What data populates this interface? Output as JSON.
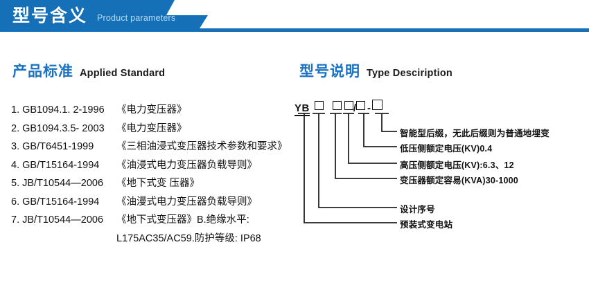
{
  "banner": {
    "title": "型号含义",
    "subtitle": "Product parameters",
    "bg_color": "#1570b8",
    "title_color": "#ffffff",
    "subtitle_color": "#b9dcf2"
  },
  "applied_standard": {
    "heading_cn": "产品标准",
    "heading_en": "Applied Standard",
    "heading_color": "#1873c4",
    "items": [
      {
        "code": "1. GB1094.1. 2-1996",
        "name": "《电力变压器》"
      },
      {
        "code": "2. GB1094.3.5- 2003",
        "name": "《电力变压器》"
      },
      {
        "code": "3. GB/T6451-1999",
        "name": "《三相油浸式变压器技术参数和要求》"
      },
      {
        "code": "4. GB/T15164-1994",
        "name": "《油浸式电力变压器负载导则》"
      },
      {
        "code": "5. JB/T10544—2006",
        "name": "《地下式变 压器》"
      },
      {
        "code": "6. GB/T15164-1994",
        "name": "《油漫式电力变压器负载导则》"
      },
      {
        "code": "7. JB/T10544—2006",
        "name": "《地下式变压器》B.绝缘水平:"
      }
    ],
    "continuation": "L175AC35/AC59.防护等级: IP68"
  },
  "type_description": {
    "heading_cn": "型号说明",
    "heading_en": "Type Desciription",
    "heading_color": "#1873c4",
    "code": {
      "prefix": "YB",
      "box1": "□",
      "box2": "□",
      "box3": "□",
      "slash": "/",
      "box4": "□",
      "dash": "-",
      "box5": "□"
    },
    "labels": [
      {
        "text": "智能型后缀，无此后缀则为普通地埋变"
      },
      {
        "text": "低压侧额定电压(KV)0.4"
      },
      {
        "text": "高压侧额定电压(KV):6.3、12"
      },
      {
        "text": "变压器额定容易(KVA)30-1000"
      },
      {
        "text": "设计序号"
      },
      {
        "text": "预装式变电站"
      }
    ]
  }
}
